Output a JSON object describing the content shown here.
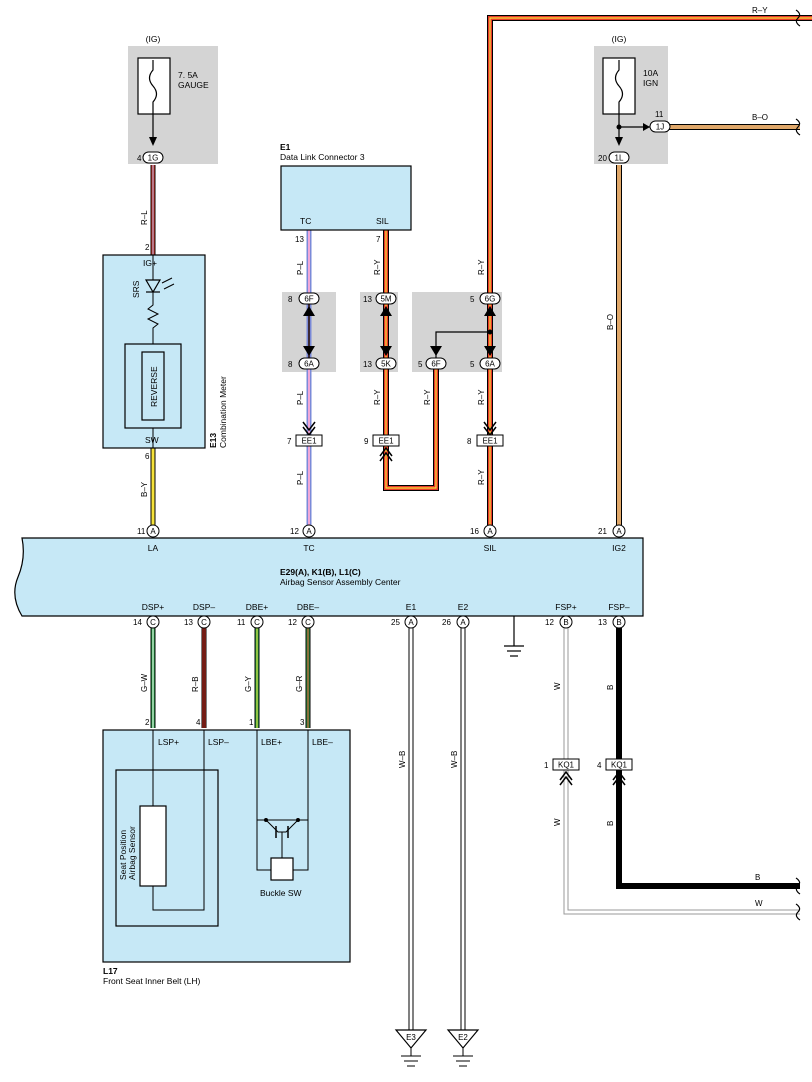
{
  "fuse_gauge": {
    "supply": "(IG)",
    "rating": "7. 5A",
    "name": "GAUGE",
    "pin": "4",
    "conn": "1G"
  },
  "fuse_ign": {
    "supply": "(IG)",
    "rating": "10A",
    "name": "IGN",
    "pin_out": "11",
    "conn_out": "1J",
    "pin": "20",
    "conn": "1L"
  },
  "meter": {
    "id": "E13",
    "name": "Combination Meter",
    "pin_top": "2",
    "pin_top_label": "IG+",
    "led": "SRS",
    "lamp": "REVERSE",
    "pin_bottom_label": "SW",
    "pin_bottom": "6"
  },
  "dlc": {
    "id": "E1",
    "name": "Data Link Connector 3",
    "tc": "TC",
    "sil": "SIL",
    "tc_pin": "13",
    "sil_pin": "7"
  },
  "junctions": {
    "j6f_pin": "8",
    "j6f": "6F",
    "j6a_pin": "8",
    "j6a": "6A",
    "j5m_pin": "13",
    "j5m": "5M",
    "j5k_pin": "13",
    "j5k": "5K",
    "j6g_pin": "5",
    "j6g": "6G",
    "j6f2_pin": "5",
    "j6f2": "6F",
    "j6a2_pin": "5",
    "j6a2": "6A"
  },
  "ee1": {
    "name": "EE1",
    "p7": "7",
    "p9": "9",
    "p8": "8"
  },
  "wires": {
    "rl": "R–L",
    "by": "B–Y",
    "pl1": "P–L",
    "pl2": "P–L",
    "pl3": "P–L",
    "ry1": "R–Y",
    "ry2": "R–Y",
    "ry3": "R–Y",
    "ry4": "R–Y",
    "ry5": "R–Y",
    "ry6": "R–Y",
    "ry_top": "R–Y",
    "bo1": "B–O",
    "bo2": "B–O",
    "gw": "G–W",
    "rb": "R–B",
    "gy": "G–Y",
    "gr": "G–R",
    "wb1": "W–B",
    "wb2": "W–B",
    "w1": "W",
    "w2": "W",
    "w3": "W",
    "b1": "B",
    "b2": "B",
    "b3": "B"
  },
  "ecu": {
    "id": "E29(A), K1(B), L1(C)",
    "name": "Airbag Sensor Assembly Center",
    "top_pins": [
      {
        "num": "11",
        "conn": "A",
        "label": "LA"
      },
      {
        "num": "12",
        "conn": "A",
        "label": "TC"
      },
      {
        "num": "16",
        "conn": "A",
        "label": "SIL"
      },
      {
        "num": "21",
        "conn": "A",
        "label": "IG2"
      }
    ],
    "bottom_pins": [
      {
        "num": "14",
        "conn": "C",
        "label": "DSP+"
      },
      {
        "num": "13",
        "conn": "C",
        "label": "DSP–"
      },
      {
        "num": "11",
        "conn": "C",
        "label": "DBE+"
      },
      {
        "num": "12",
        "conn": "C",
        "label": "DBE–"
      },
      {
        "num": "25",
        "conn": "A",
        "label": "E1"
      },
      {
        "num": "26",
        "conn": "A",
        "label": "E2"
      },
      {
        "num": "12",
        "conn": "B",
        "label": "FSP+"
      },
      {
        "num": "13",
        "conn": "B",
        "label": "FSP–"
      }
    ]
  },
  "belt": {
    "id": "L17",
    "name": "Front Seat Inner Belt (LH)",
    "pins": [
      "2",
      "4",
      "1",
      "3"
    ],
    "labels": [
      "LSP+",
      "LSP–",
      "LBE+",
      "LBE–"
    ],
    "sensor_line1": "Seat Position",
    "sensor_line2": "Airbag Sensor",
    "buckle": "Buckle SW"
  },
  "kq1": {
    "name": "KQ1",
    "p1": "1",
    "p4": "4"
  },
  "grounds": {
    "e3": "E3",
    "e2": "E2"
  }
}
